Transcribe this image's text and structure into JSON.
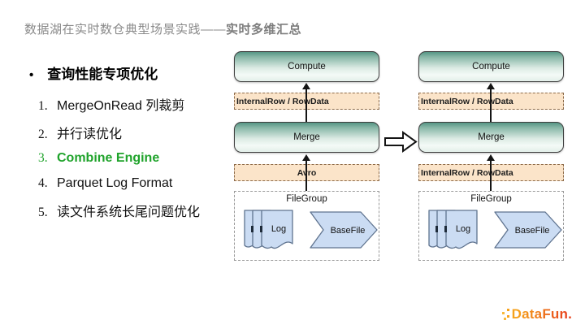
{
  "title": {
    "regular": "数据湖在实时数仓典型场景实践——",
    "bold": "实时多维汇总"
  },
  "list": {
    "bullet": "•",
    "header": "查询性能专项优化",
    "items": [
      {
        "num": "1.",
        "label": "MergeOnRead 列裁剪"
      },
      {
        "num": "2.",
        "label": "并行读优化"
      },
      {
        "num": "3.",
        "label": "Combine Engine"
      },
      {
        "num": "4.",
        "label": "Parquet Log Format"
      },
      {
        "num": "5.",
        "label": "读文件系统长尾问题优化"
      }
    ]
  },
  "diagram_left": {
    "compute": "Compute",
    "exchange_top": "InternalRow / RowData",
    "merge": "Merge",
    "exchange_bottom": "Avro",
    "filegroup": "FileGroup",
    "log": "Log",
    "basefile": "BaseFile"
  },
  "diagram_right": {
    "compute": "Compute",
    "exchange_top": "InternalRow / RowData",
    "merge": "Merge",
    "exchange_bottom": "InternalRow / RowData",
    "filegroup": "FileGroup",
    "log": "Log",
    "basefile": "BaseFile"
  },
  "logo": {
    "text": "DataFun."
  },
  "colors": {
    "highlight_green": "#1fa32b",
    "box_green_top": "#549584",
    "box_green_bottom": "#e3efe9",
    "box_orange_fill": "#fbe4c9",
    "shape_blue_fill": "#cbdcf3",
    "title_gray": "#8a8a8a",
    "logo_orange": "#ef7b1a"
  }
}
